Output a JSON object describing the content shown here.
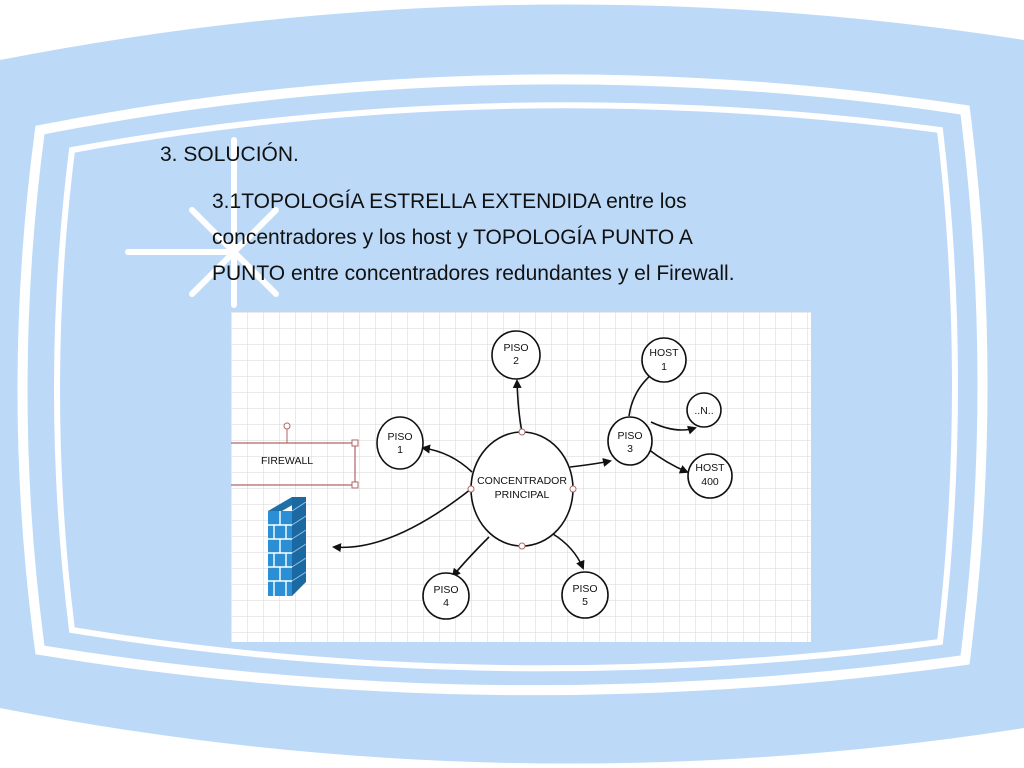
{
  "slide": {
    "heading": "3. SOLUCIÓN.",
    "subheading_lines": [
      "3.1TOPOLOGÍA ESTRELLA EXTENDIDA entre los",
      "concentradores y los host y TOPOLOGÍA PUNTO A",
      "PUNTO entre concentradores redundantes y el Firewall."
    ]
  },
  "diagram": {
    "nodes": {
      "concentrador": [
        "CONCENTRADOR",
        "PRINCIPAL"
      ],
      "piso1": [
        "PISO",
        "1"
      ],
      "piso2": [
        "PISO",
        "2"
      ],
      "piso3": [
        "PISO",
        "3"
      ],
      "piso4": [
        "PISO",
        "4"
      ],
      "piso5": [
        "PISO",
        "5"
      ],
      "host1": [
        "HOST",
        "1"
      ],
      "host_n": "..N..",
      "host400": [
        "HOST",
        "400"
      ]
    },
    "firewall_label": "FIREWALL"
  },
  "colors": {
    "background": "#bcdaf8",
    "frame_white": "#ffffff",
    "firewall_blue": "#2b8fd6",
    "selection_red": "#b06666"
  }
}
